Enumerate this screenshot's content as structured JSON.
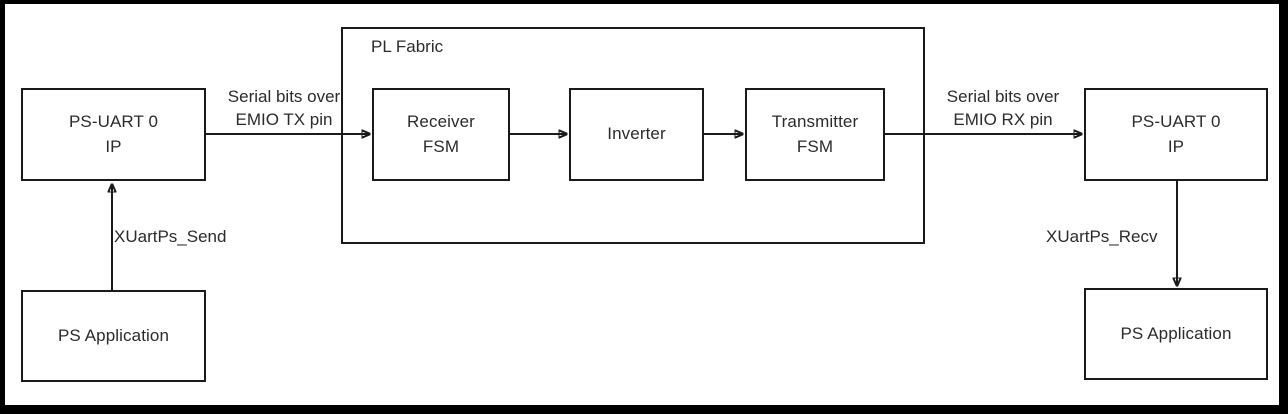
{
  "figure": {
    "kind": "block-diagram",
    "background_color": "#ffffff",
    "frame_color": "#000000",
    "stroke_color": "#1a1a1a",
    "text_color": "#2b2b2b"
  },
  "blocks": {
    "ps_uart_tx": "PS-UART 0\nIP",
    "ps_app_tx": "PS Application",
    "receiver_fsm": "Receiver\nFSM",
    "inverter": "Inverter",
    "transmitter_fsm": "Transmitter\nFSM",
    "ps_uart_rx": "PS-UART 0\nIP",
    "ps_app_rx": "PS Application"
  },
  "groups": {
    "pl_fabric": "PL Fabric"
  },
  "edge_labels": {
    "tx_serial": "Serial bits over\nEMIO TX pin",
    "rx_serial": "Serial bits over\nEMIO RX pin",
    "xuartps_send": "XUartPs_Send",
    "xuartps_recv": "XUartPs_Recv"
  }
}
